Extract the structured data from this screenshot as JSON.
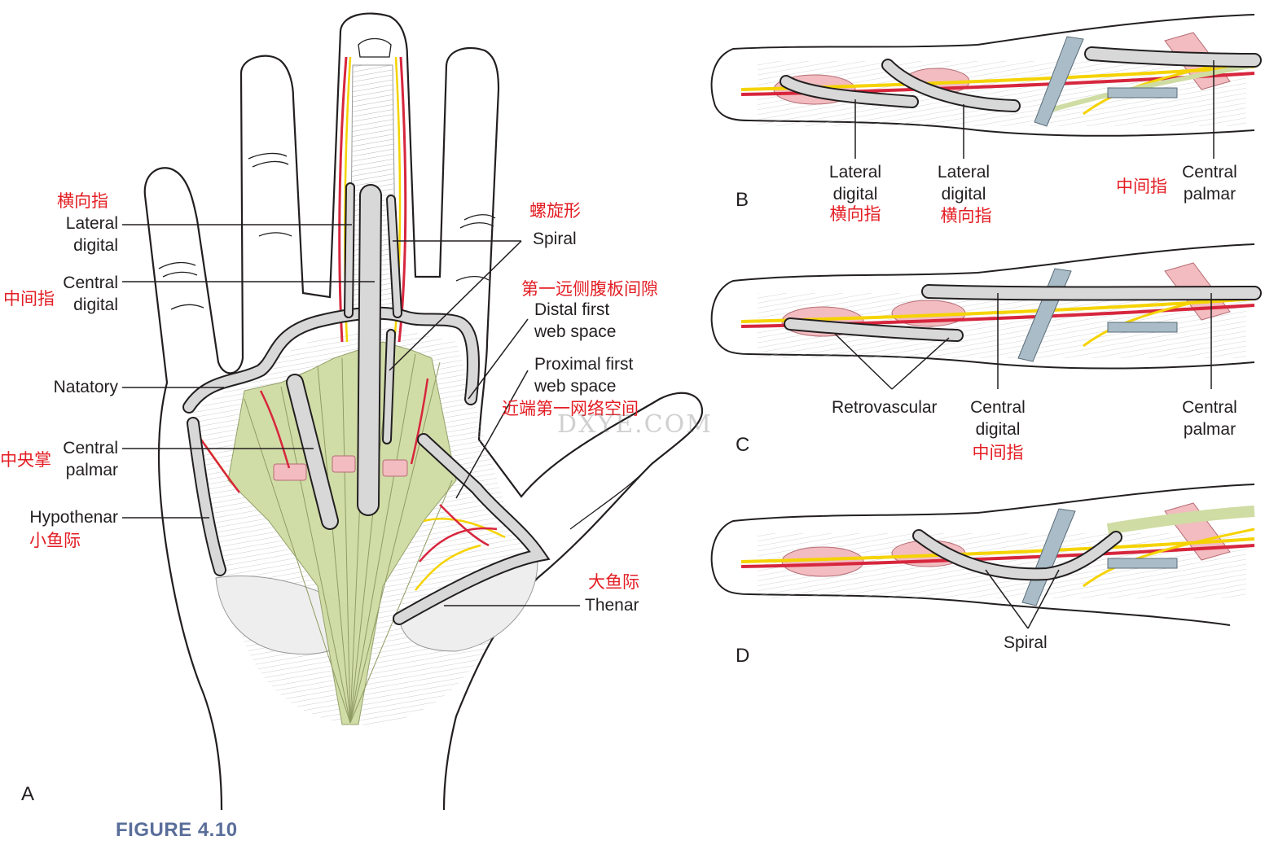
{
  "figure": {
    "title": "FIGURE 4.10",
    "watermark": "DXYE.COM"
  },
  "colors": {
    "artery": "#d7263d",
    "nerve": "#f5d300",
    "aponeurosis": "#cfdca3",
    "ligament": "#d8d8d8",
    "outline": "#231f20",
    "label_en": "#231f20",
    "label_zh": "#e31e24",
    "title": "#5a6e9a",
    "cleland": "#a9bcc8",
    "pulley": "#f2bcc0"
  },
  "panel_a": {
    "letter": "A",
    "labels": {
      "lateral_digital_zh": "横向指",
      "lateral_digital_1": "Lateral",
      "lateral_digital_2": "digital",
      "central_digital_zh": "中间指",
      "central_digital_1": "Central",
      "central_digital_2": "digital",
      "natatory": "Natatory",
      "central_palmar_zh": "中央掌",
      "central_palmar_1": "Central",
      "central_palmar_2": "palmar",
      "hypothenar": "Hypothenar",
      "hypothenar_zh": "小鱼际",
      "spiral_zh": "螺旋形",
      "spiral": "Spiral",
      "distal_web_zh": "第一远侧腹板间隙",
      "distal_web_1": "Distal first",
      "distal_web_2": "web space",
      "proximal_web_1": "Proximal first",
      "proximal_web_2": "web space",
      "proximal_web_zh": "近端第一网络空间",
      "thenar_zh": "大鱼际",
      "thenar": "Thenar"
    }
  },
  "panel_b": {
    "letter": "B",
    "labels": {
      "lat1_1": "Lateral",
      "lat1_2": "digital",
      "lat1_zh": "横向指",
      "lat2_1": "Lateral",
      "lat2_2": "digital",
      "lat2_zh": "横向指",
      "central_palmar_zh": "中间指",
      "central_palmar_1": "Central",
      "central_palmar_2": "palmar"
    }
  },
  "panel_c": {
    "letter": "C",
    "labels": {
      "retrovascular": "Retrovascular",
      "central_digital_1": "Central",
      "central_digital_2": "digital",
      "central_digital_zh": "中间指",
      "central_palmar_1": "Central",
      "central_palmar_2": "palmar"
    }
  },
  "panel_d": {
    "letter": "D",
    "labels": {
      "spiral": "Spiral"
    }
  }
}
